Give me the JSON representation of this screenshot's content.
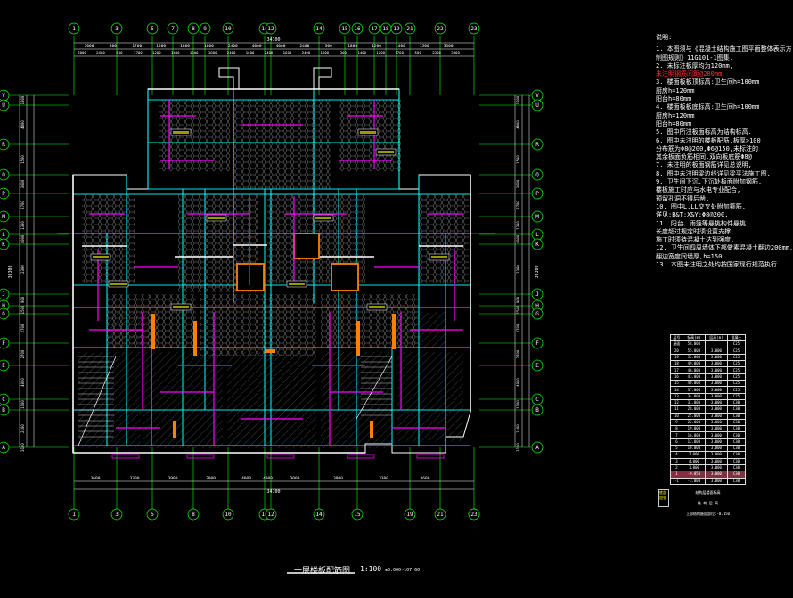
{
  "plan": {
    "title": "一层楼板配筋图",
    "scale": "1:100",
    "elevation": "±0.000~107.60"
  },
  "axes": {
    "top_labels": [
      "1",
      "3",
      "5",
      "7",
      "8",
      "9",
      "10",
      "11",
      "12",
      "14",
      "15",
      "16",
      "17",
      "18",
      "19",
      "21",
      "22",
      "23"
    ],
    "bottom_labels": [
      "1",
      "3",
      "5",
      "8",
      "10",
      "11",
      "12",
      "14",
      "15",
      "19",
      "21",
      "22",
      "23"
    ],
    "left_labels": [
      "V",
      "U",
      "R",
      "Q",
      "P",
      "M",
      "L",
      "K",
      "J",
      "H",
      "G",
      "F",
      "E",
      "C",
      "B",
      "A"
    ],
    "right_labels": [
      "V",
      "U",
      "R",
      "Q",
      "P",
      "M",
      "L",
      "K",
      "J",
      "H",
      "G",
      "F",
      "E",
      "C",
      "B",
      "A"
    ],
    "top_total": "34100",
    "bottom_total": "34100",
    "left_total": "30300",
    "right_total": "30300",
    "top_dims_row1": [
      "3000",
      "800",
      "1700",
      "1500",
      "1800",
      "1800",
      "2400",
      "4000",
      "4000",
      "2400",
      "300",
      "1800",
      "1200",
      "1400",
      "1500",
      "3300"
    ],
    "top_dims_row2": [
      "3000",
      "2400",
      "500",
      "1700",
      "1200",
      "1400",
      "1800",
      "1800",
      "2400",
      "1600",
      "2400",
      "1600",
      "2400",
      "1800",
      "300",
      "1400",
      "1200",
      "1700",
      "500",
      "2300",
      "3000"
    ],
    "bottom_dims": [
      "3600",
      "3300",
      "3900",
      "3000",
      "4000",
      "4000",
      "3000",
      "3900",
      "3300",
      "3600"
    ],
    "left_dims": [
      "1800",
      "4800",
      "1500",
      "3000",
      "2700",
      "1300",
      "4000",
      "2300",
      "900",
      "1500",
      "2700",
      "2700",
      "4000",
      "1100",
      "2100",
      "3100"
    ],
    "right_dims": [
      "1800",
      "4800",
      "1500",
      "3000",
      "2700",
      "1300",
      "4000",
      "2300",
      "900",
      "1500",
      "2700",
      "2700",
      "4000",
      "1100",
      "2100",
      "3100"
    ]
  },
  "notes": {
    "header": "说明:",
    "lines": [
      "1. 本图须与《混凝土结构施工图平面整体表示方",
      "   制图规则》11G101-1图集.",
      "2. 未标注板厚均为120mm,",
      "   未注明钢筋间距@200mm.",
      "3. 楼面板板顶标高:卫生间h=100mm",
      "                 厨房h=120mm",
      "                 阳台h=80mm",
      "4. 楼面板板底标高:卫生间h=100mm",
      "                 厨房h=120mm",
      "                 阳台h=80mm",
      "5. 图中所注板面标高为结构标高.",
      "6. 图中未注明的楼板配筋,板厚>100",
      "   分布筋为Φ8@200,Φ6@150,未标注的",
      "   其余板面负筋相同,双向板底筋Φ8@",
      "7. 未注明的板面钢筋详见总说明,",
      "8. 图中未注明梁边线详见梁平法施工图.",
      "9. 卫生间下沉,下沉处板面附加钢筋,",
      "   楼板施工时应与水电专业配合,",
      "   预留孔洞不得后凿.",
      "10. 图中L,LL交叉处附加箍筋,",
      "    详见:B&T:X&Y:Φ8@200.",
      "11. 阳台、雨篷等悬挑构件悬挑",
      "    长度超过规定时须设置支撑,",
      "    施工时须待混凝土达到强度.",
      "12. 卫生间四周墙体下部做素混凝土翻边200mm,",
      "    翻边宽度同墙厚,h=150.",
      "13. 本图未注明之处均按国家现行规范执行."
    ],
    "red_indices": [
      3
    ]
  },
  "table": {
    "headers": [
      "层号",
      "标高(m)",
      "层高(m)",
      "混凝土"
    ],
    "rows": [
      [
        "屋面",
        "58.000",
        "",
        "C25"
      ],
      [
        "20",
        "55.000",
        "3.000",
        "C25"
      ],
      [
        "19",
        "52.000",
        "3.000",
        "C25"
      ],
      [
        "18",
        "49.000",
        "3.000",
        "C25"
      ],
      [
        "17",
        "46.000",
        "3.000",
        "C25"
      ],
      [
        "16",
        "43.000",
        "3.000",
        "C25"
      ],
      [
        "15",
        "40.000",
        "3.000",
        "C25"
      ],
      [
        "14",
        "37.000",
        "3.000",
        "C25"
      ],
      [
        "13",
        "34.000",
        "3.000",
        "C25"
      ],
      [
        "12",
        "31.000",
        "3.000",
        "C30"
      ],
      [
        "11",
        "28.000",
        "3.000",
        "C30"
      ],
      [
        "10",
        "25.000",
        "3.000",
        "C30"
      ],
      [
        "9",
        "22.000",
        "3.000",
        "C30"
      ],
      [
        "8",
        "19.000",
        "3.000",
        "C30"
      ],
      [
        "7",
        "16.000",
        "3.000",
        "C30"
      ],
      [
        "6",
        "13.000",
        "3.000",
        "C30"
      ],
      [
        "5",
        "10.000",
        "3.000",
        "C30"
      ],
      [
        "4",
        "7.000",
        "3.000",
        "C30"
      ],
      [
        "3",
        "4.000",
        "3.000",
        "C30"
      ],
      [
        "2",
        "1.000",
        "3.000",
        "C30"
      ],
      [
        "1",
        "-0.050",
        "3.000",
        "C30"
      ],
      [
        "-1",
        "-3.000",
        "3.000",
        "C30"
      ]
    ],
    "highlight_row": 20,
    "caption1": "结构层楼面标高",
    "caption2": "结 构 层 高",
    "caption3": "上部结构嵌固部位:-0.050",
    "side_label": "底部加强"
  },
  "colors": {
    "background": "#000000",
    "axis": "#00ff00",
    "dim": "#ffffff",
    "wall": "#ffffff",
    "beam": "#00ffff",
    "slab_hatch": "#c0c0c0",
    "rebar": "#ff00ff",
    "column": "#ff7f00",
    "label": "#ffff00",
    "note_red": "#ff3030"
  }
}
